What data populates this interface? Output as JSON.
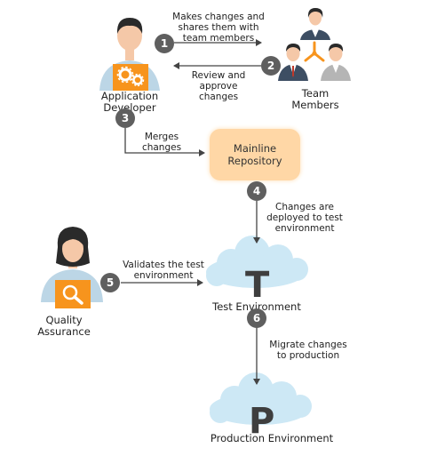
{
  "actors": {
    "developer": {
      "label_line1": "Application",
      "label_line2": "Developer",
      "badge_icon": "gears-icon"
    },
    "team": {
      "label_line1": "Team",
      "label_line2": "Members"
    },
    "qa": {
      "label_line1": "Quality",
      "label_line2": "Assurance",
      "badge_icon": "magnifier-icon"
    }
  },
  "steps": [
    {
      "number": "1",
      "lines": [
        "Makes changes and",
        "shares them with",
        "team members"
      ]
    },
    {
      "number": "2",
      "lines": [
        "Review and",
        "approve",
        "changes"
      ]
    },
    {
      "number": "3",
      "lines": [
        "Merges",
        "changes"
      ]
    },
    {
      "number": "4",
      "lines": [
        "Changes are",
        "deployed to test",
        "environment"
      ]
    },
    {
      "number": "5",
      "lines": [
        "Validates the test",
        "environment"
      ]
    },
    {
      "number": "6",
      "lines": [
        "Migrate changes",
        "to production"
      ]
    }
  ],
  "repository": {
    "line1": "Mainline",
    "line2": "Repository"
  },
  "test_env": {
    "letter": "T",
    "label": "Test Environment"
  },
  "prod_env": {
    "letter": "P",
    "label": "Production Environment"
  },
  "colors": {
    "accent_orange": "#f7941d",
    "badge_gray": "#5f5f5f",
    "cloud_blue": "#cde8f5",
    "repo_fill": "#ffd7a6",
    "shirt_blue": "#bcd6e6",
    "hair_dark": "#2a2a2a"
  }
}
